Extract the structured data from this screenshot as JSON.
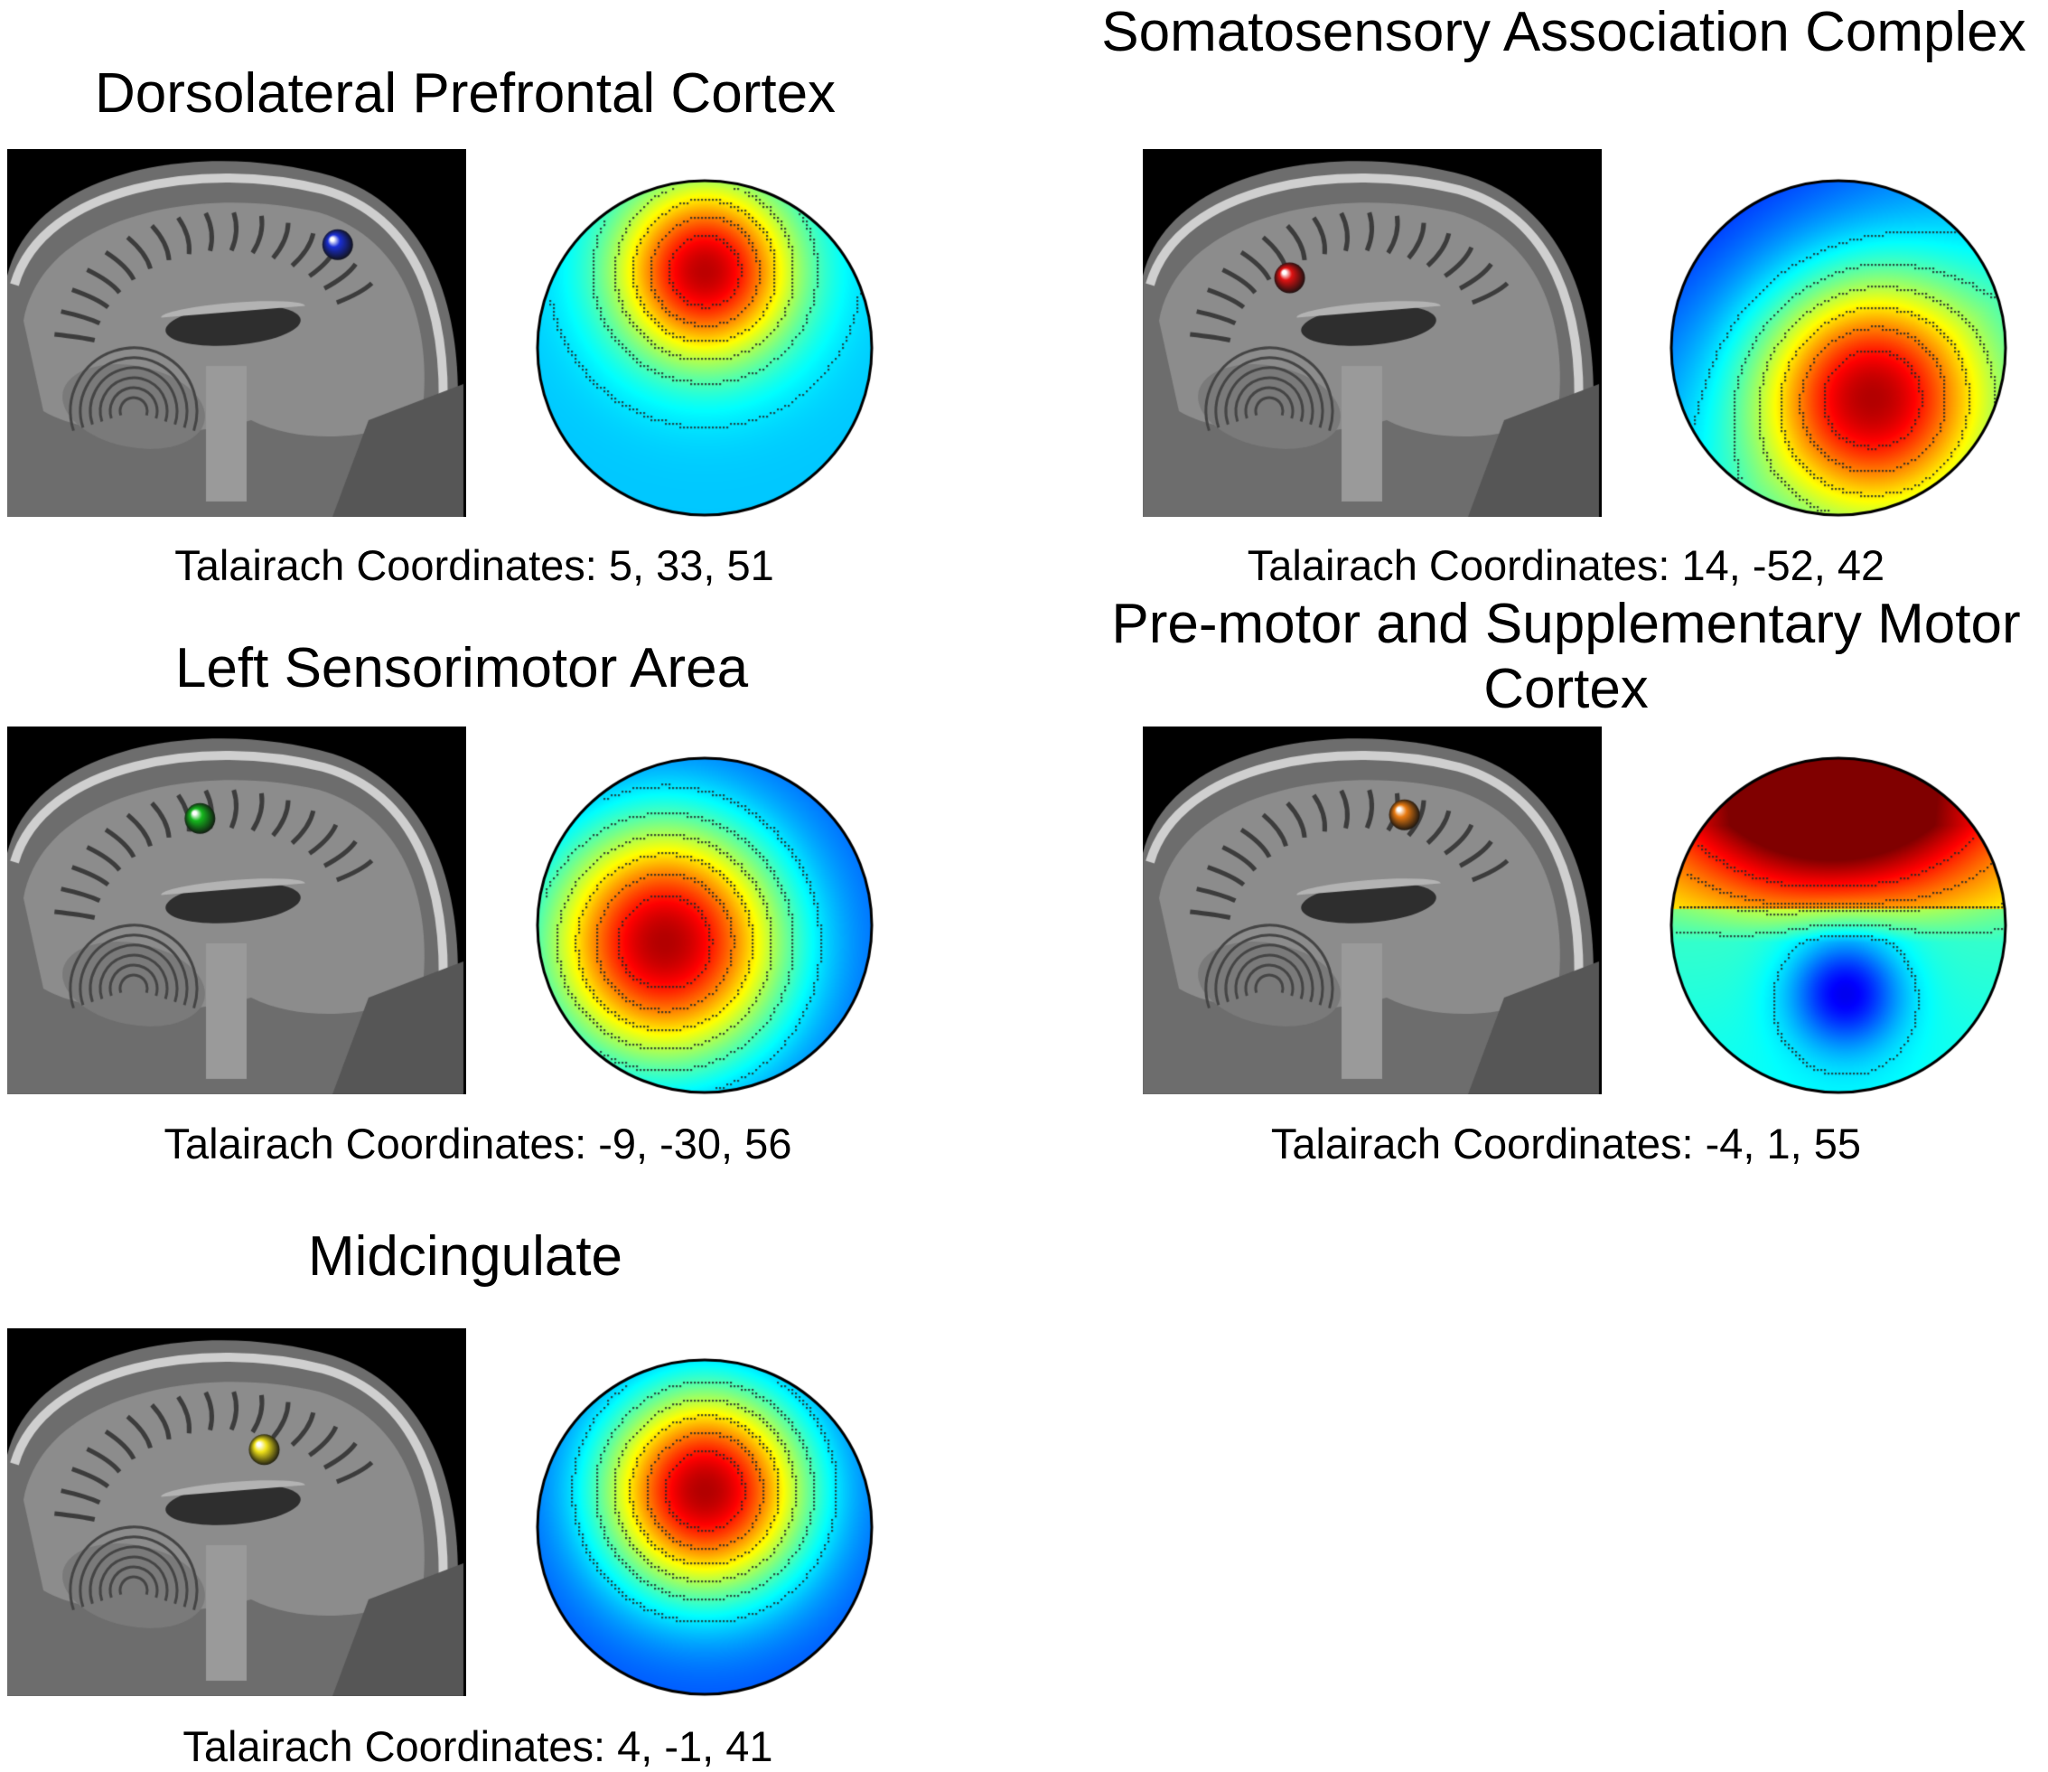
{
  "panels": [
    {
      "id": "dlpfc",
      "title": "Dorsolateral Prefrontal Cortex",
      "coordinates": "Talairach Coordinates: 5, 33, 51",
      "marker_color": "#1a2fd6",
      "marker_xy": [
        0.72,
        0.26
      ],
      "peak_xy": [
        0.5,
        0.27
      ],
      "spread": 0.19,
      "background": "light",
      "field": "frontal-peak"
    },
    {
      "id": "somatosensory",
      "title": "Somatosensory Association Complex",
      "coordinates": "Talairach Coordinates: 14, -52, 42",
      "marker_color": "#e01212",
      "marker_xy": [
        0.32,
        0.35
      ],
      "peak_xy": [
        0.6,
        0.65
      ],
      "spread": 0.24,
      "background": "mixed",
      "field": "posterior-right-peak"
    },
    {
      "id": "left-sensorimotor",
      "title": "Left Sensorimotor Area",
      "coordinates": "Talairach Coordinates: -9, -30, 56",
      "marker_color": "#16b81e",
      "marker_xy": [
        0.42,
        0.25
      ],
      "peak_xy": [
        0.38,
        0.55
      ],
      "spread": 0.26,
      "background": "blue",
      "field": "left-central-peak"
    },
    {
      "id": "premotor-sma",
      "title": "Pre-motor and Supplementary Motor Cortex",
      "coordinates": "Talairach Coordinates: -4, 1, 55",
      "marker_color": "#e87a10",
      "marker_xy": [
        0.57,
        0.24
      ],
      "peak_xy": [
        0.48,
        0.28
      ],
      "spread": 0.3,
      "background": "dipole",
      "field": "frontal-positive-posterior-negative"
    },
    {
      "id": "midcingulate",
      "title": "Midcingulate",
      "coordinates": "Talairach Coordinates: 4, -1, 41",
      "marker_color": "#f0e21a",
      "marker_xy": [
        0.56,
        0.33
      ],
      "peak_xy": [
        0.5,
        0.39
      ],
      "spread": 0.22,
      "background": "blue",
      "field": "central-peak"
    }
  ],
  "colors": {
    "colormap": [
      "#00007f",
      "#0000ff",
      "#007fff",
      "#00ffff",
      "#7fff7f",
      "#ffff00",
      "#ff7f00",
      "#ff0000",
      "#7f0000"
    ],
    "contour": "#1e2a2a",
    "head_outline": "#000000"
  }
}
